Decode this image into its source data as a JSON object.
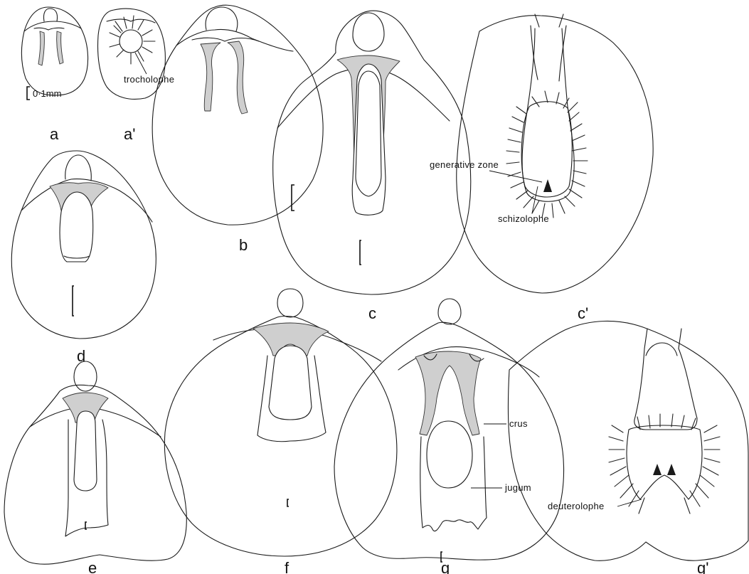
{
  "figures": [
    {
      "id": "a",
      "label": "a"
    },
    {
      "id": "a1",
      "label": "a'"
    },
    {
      "id": "b",
      "label": "b"
    },
    {
      "id": "c",
      "label": "c"
    },
    {
      "id": "c1",
      "label": "c'"
    },
    {
      "id": "d",
      "label": "d"
    },
    {
      "id": "e",
      "label": "e"
    },
    {
      "id": "f",
      "label": "f"
    },
    {
      "id": "g",
      "label": "g"
    },
    {
      "id": "g1",
      "label": "g'"
    }
  ],
  "scale_bar": {
    "label": "0·1mm"
  },
  "annotations": {
    "trocholophe": "trocholophe",
    "generative_zone": "generative zone",
    "schizolophe": "schizolophe",
    "crus": "crus",
    "jugum": "jugum",
    "deuterolophe": "deuterolophe"
  }
}
